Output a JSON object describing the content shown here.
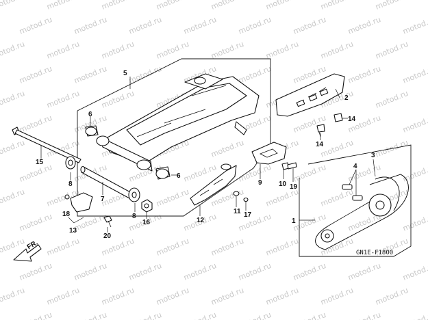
{
  "watermark": "motod.ru",
  "diagram_code": "GN1E-F1800",
  "front_marker": "FR.",
  "callouts": [
    "1",
    "2",
    "3",
    "4",
    "5",
    "6",
    "6",
    "7",
    "8",
    "8",
    "9",
    "10",
    "11",
    "12",
    "13",
    "14",
    "14",
    "15",
    "16",
    "17",
    "18",
    "19",
    "20"
  ]
}
